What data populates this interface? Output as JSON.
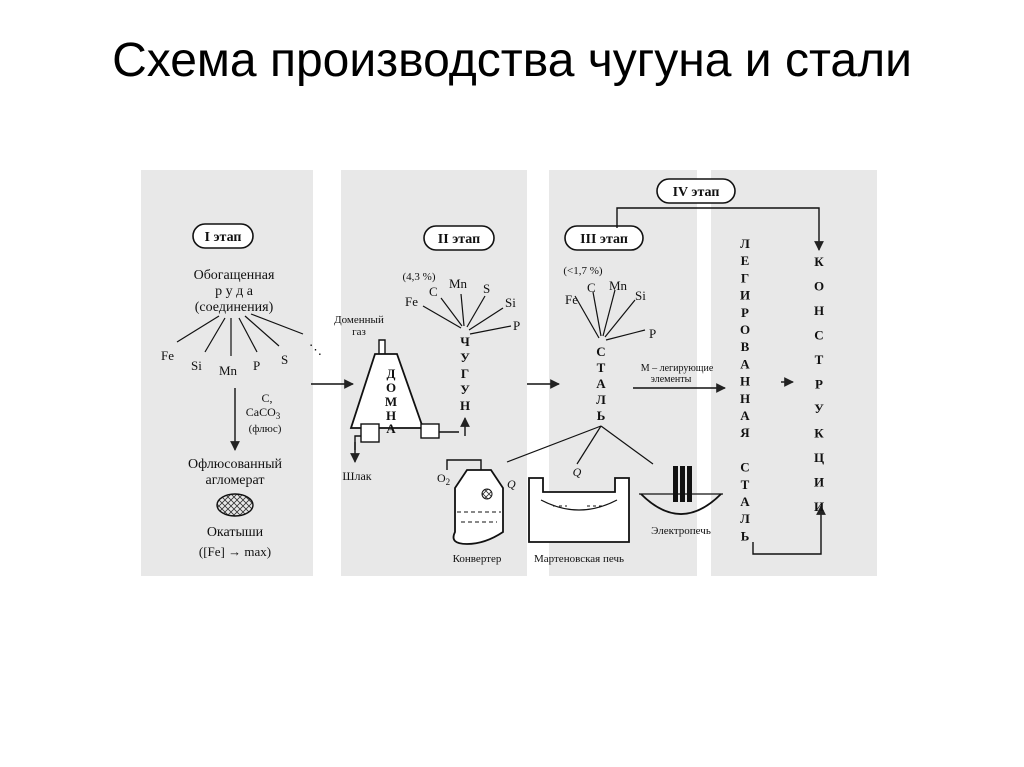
{
  "title": "Схема производства чугуна и стали",
  "stages": {
    "stage1": "I этап",
    "stage2": "II этап",
    "stage3": "III этап",
    "stage4": "IV этап"
  },
  "stage1": {
    "ore_line1": "Обогащенная",
    "ore_line2": "р у д а",
    "ore_line3": "(соединения)",
    "elements": [
      "Fe",
      "Si",
      "Mn",
      "P",
      "S"
    ],
    "flux_line1": "C,",
    "flux_line2": "CaCO",
    "flux_sub": "3",
    "flux_line3": "(флюс)",
    "agglomerate_line1": "Офлюсованный",
    "agglomerate_line2": "агломерат",
    "pellets": "Окатыши",
    "pellets_formula": "([Fe] → max)"
  },
  "stage2": {
    "carbon_share": "(4,3 %)",
    "elements": [
      "Fe",
      "C",
      "Mn",
      "S",
      "Si",
      "P"
    ],
    "blast_gas_line1": "Доменный",
    "blast_gas_line2": "газ",
    "furnace_letters": [
      "Д",
      "О",
      "М",
      "Н",
      "А"
    ],
    "slag": "Шлак",
    "iron_letters": [
      "Ч",
      "У",
      "Г",
      "У",
      "Н"
    ]
  },
  "stage3": {
    "carbon_share": "(<1,7 %)",
    "elements": [
      "Fe",
      "C",
      "Mn",
      "Si",
      "P"
    ],
    "steel_letters": [
      "С",
      "Т",
      "А",
      "Л",
      "Ь"
    ],
    "alloy_line1": "M – легирующие",
    "alloy_line2": "элементы",
    "o2": "O",
    "o2_sub": "2",
    "q": "Q",
    "converter": "Конвертер",
    "open_hearth": "Мартеновская печь",
    "electric_furnace": "Электропечь"
  },
  "stage4": {
    "alloy_steel_letters": [
      "Л",
      "Е",
      "Г",
      "И",
      "Р",
      "О",
      "В",
      "А",
      "Н",
      "Н",
      "А",
      "Я",
      "",
      "С",
      "Т",
      "А",
      "Л",
      "Ь"
    ],
    "structures_letters": [
      "К",
      "О",
      "Н",
      "С",
      "Т",
      "Р",
      "У",
      "К",
      "Ц",
      "И",
      "И"
    ]
  }
}
